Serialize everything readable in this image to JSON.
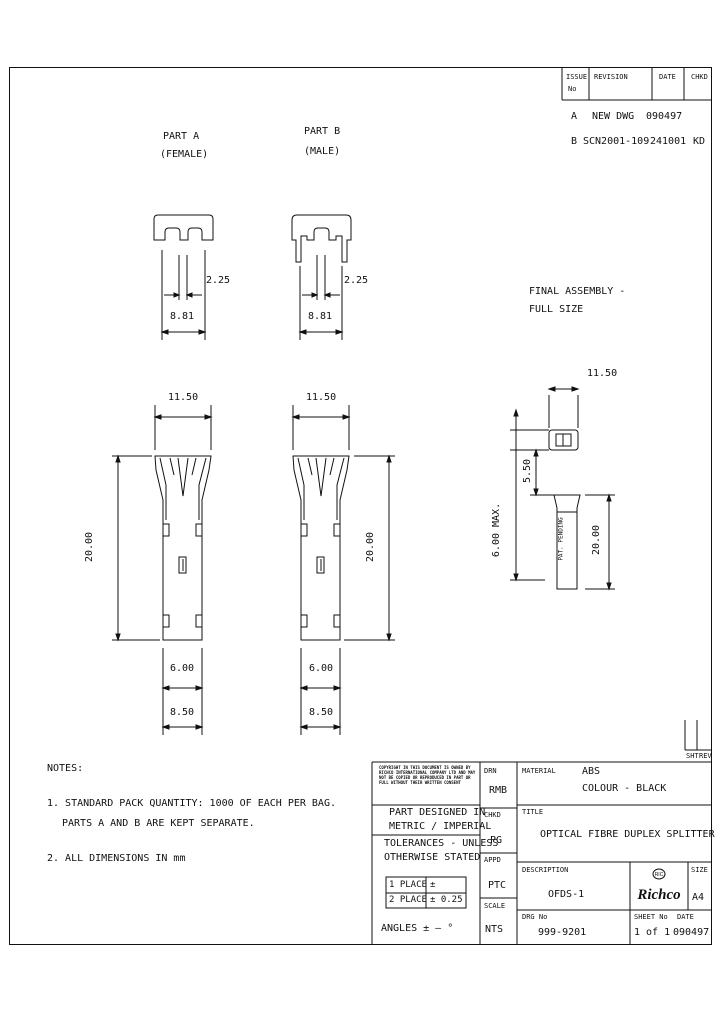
{
  "revision_table": {
    "headers": {
      "issue": "ISSUE",
      "issue_no": "No",
      "revision": "REVISION",
      "date": "DATE",
      "chkd": "CHKD"
    },
    "rows": [
      {
        "issue": "A",
        "revision": "NEW DWG",
        "date": "090497",
        "chkd": ""
      },
      {
        "issue": "B",
        "revision": "SCN2001-109",
        "date": "241001",
        "chkd": "KD"
      }
    ]
  },
  "parts": {
    "a_line1": "PART A",
    "a_line2": "(FEMALE)",
    "b_line1": "PART B",
    "b_line2": "(MALE)"
  },
  "dimensions": {
    "d_225": "2.25",
    "d_881": "8.81",
    "d_1150": "11.50",
    "d_2000": "20.00",
    "d_600": "6.00",
    "d_850": "8.50",
    "d_1150_side": "11.50",
    "d_550": "5.50",
    "d_max": "6.00 MAX.",
    "d_2000_side": "20.00"
  },
  "assembly": {
    "line1": "FINAL ASSEMBLY -",
    "line2": "FULL SIZE",
    "pat": "PAT. PENDING"
  },
  "notes": {
    "heading": "NOTES:",
    "n1_line1": "1. STANDARD PACK QUANTITY: 1000 OF EACH PER BAG.",
    "n1_line2": "PARTS A AND B ARE KEPT SEPARATE.",
    "n2": "2. ALL DIMENSIONS IN mm"
  },
  "title_block": {
    "copyright": "COPYRIGHT IN THIS DOCUMENT IS OWNED BY RICHCO INTERNATIONAL COMPANY LTD AND MAY NOT BE COPIED OR REPRODUCED IN PART OR FULL WITHOUT THEIR WRITTEN CONSENT",
    "designed_l1": "PART DESIGNED IN",
    "designed_l2": "METRIC / IMPERIAL",
    "tol_l1": "TOLERANCES - UNLESS",
    "tol_l2": "OTHERWISE STATED",
    "tol_rows": [
      {
        "place": "1 PLACE",
        "value": "±"
      },
      {
        "place": "2 PLACE",
        "value": "± 0.25"
      }
    ],
    "angles": "ANGLES ± ‒ °",
    "drn_label": "DRN",
    "drn_value": "RMB",
    "chkd_label": "CHKD",
    "chkd_value": "PG",
    "appd_label": "APPD",
    "appd_value": "PTC",
    "scale_label": "SCALE",
    "scale_value": "NTS",
    "material_label": "MATERIAL",
    "material_l1": "ABS",
    "material_l2": "COLOUR - BLACK",
    "title_label": "TITLE",
    "title_value": "OPTICAL FIBRE DUPLEX SPLITTER",
    "desc_label": "DESCRIPTION",
    "desc_value": "OFDS-1",
    "logo": "Richco",
    "size_label": "SIZE",
    "size_value": "A4",
    "dwg_label": "DRG No",
    "dwg_value": "999-9201",
    "sheet_label": "SHEET No",
    "sheet_value": "1 of 1",
    "date_label": "DATE",
    "date_value": "090497",
    "sht": "SHT",
    "rev": "REV"
  }
}
